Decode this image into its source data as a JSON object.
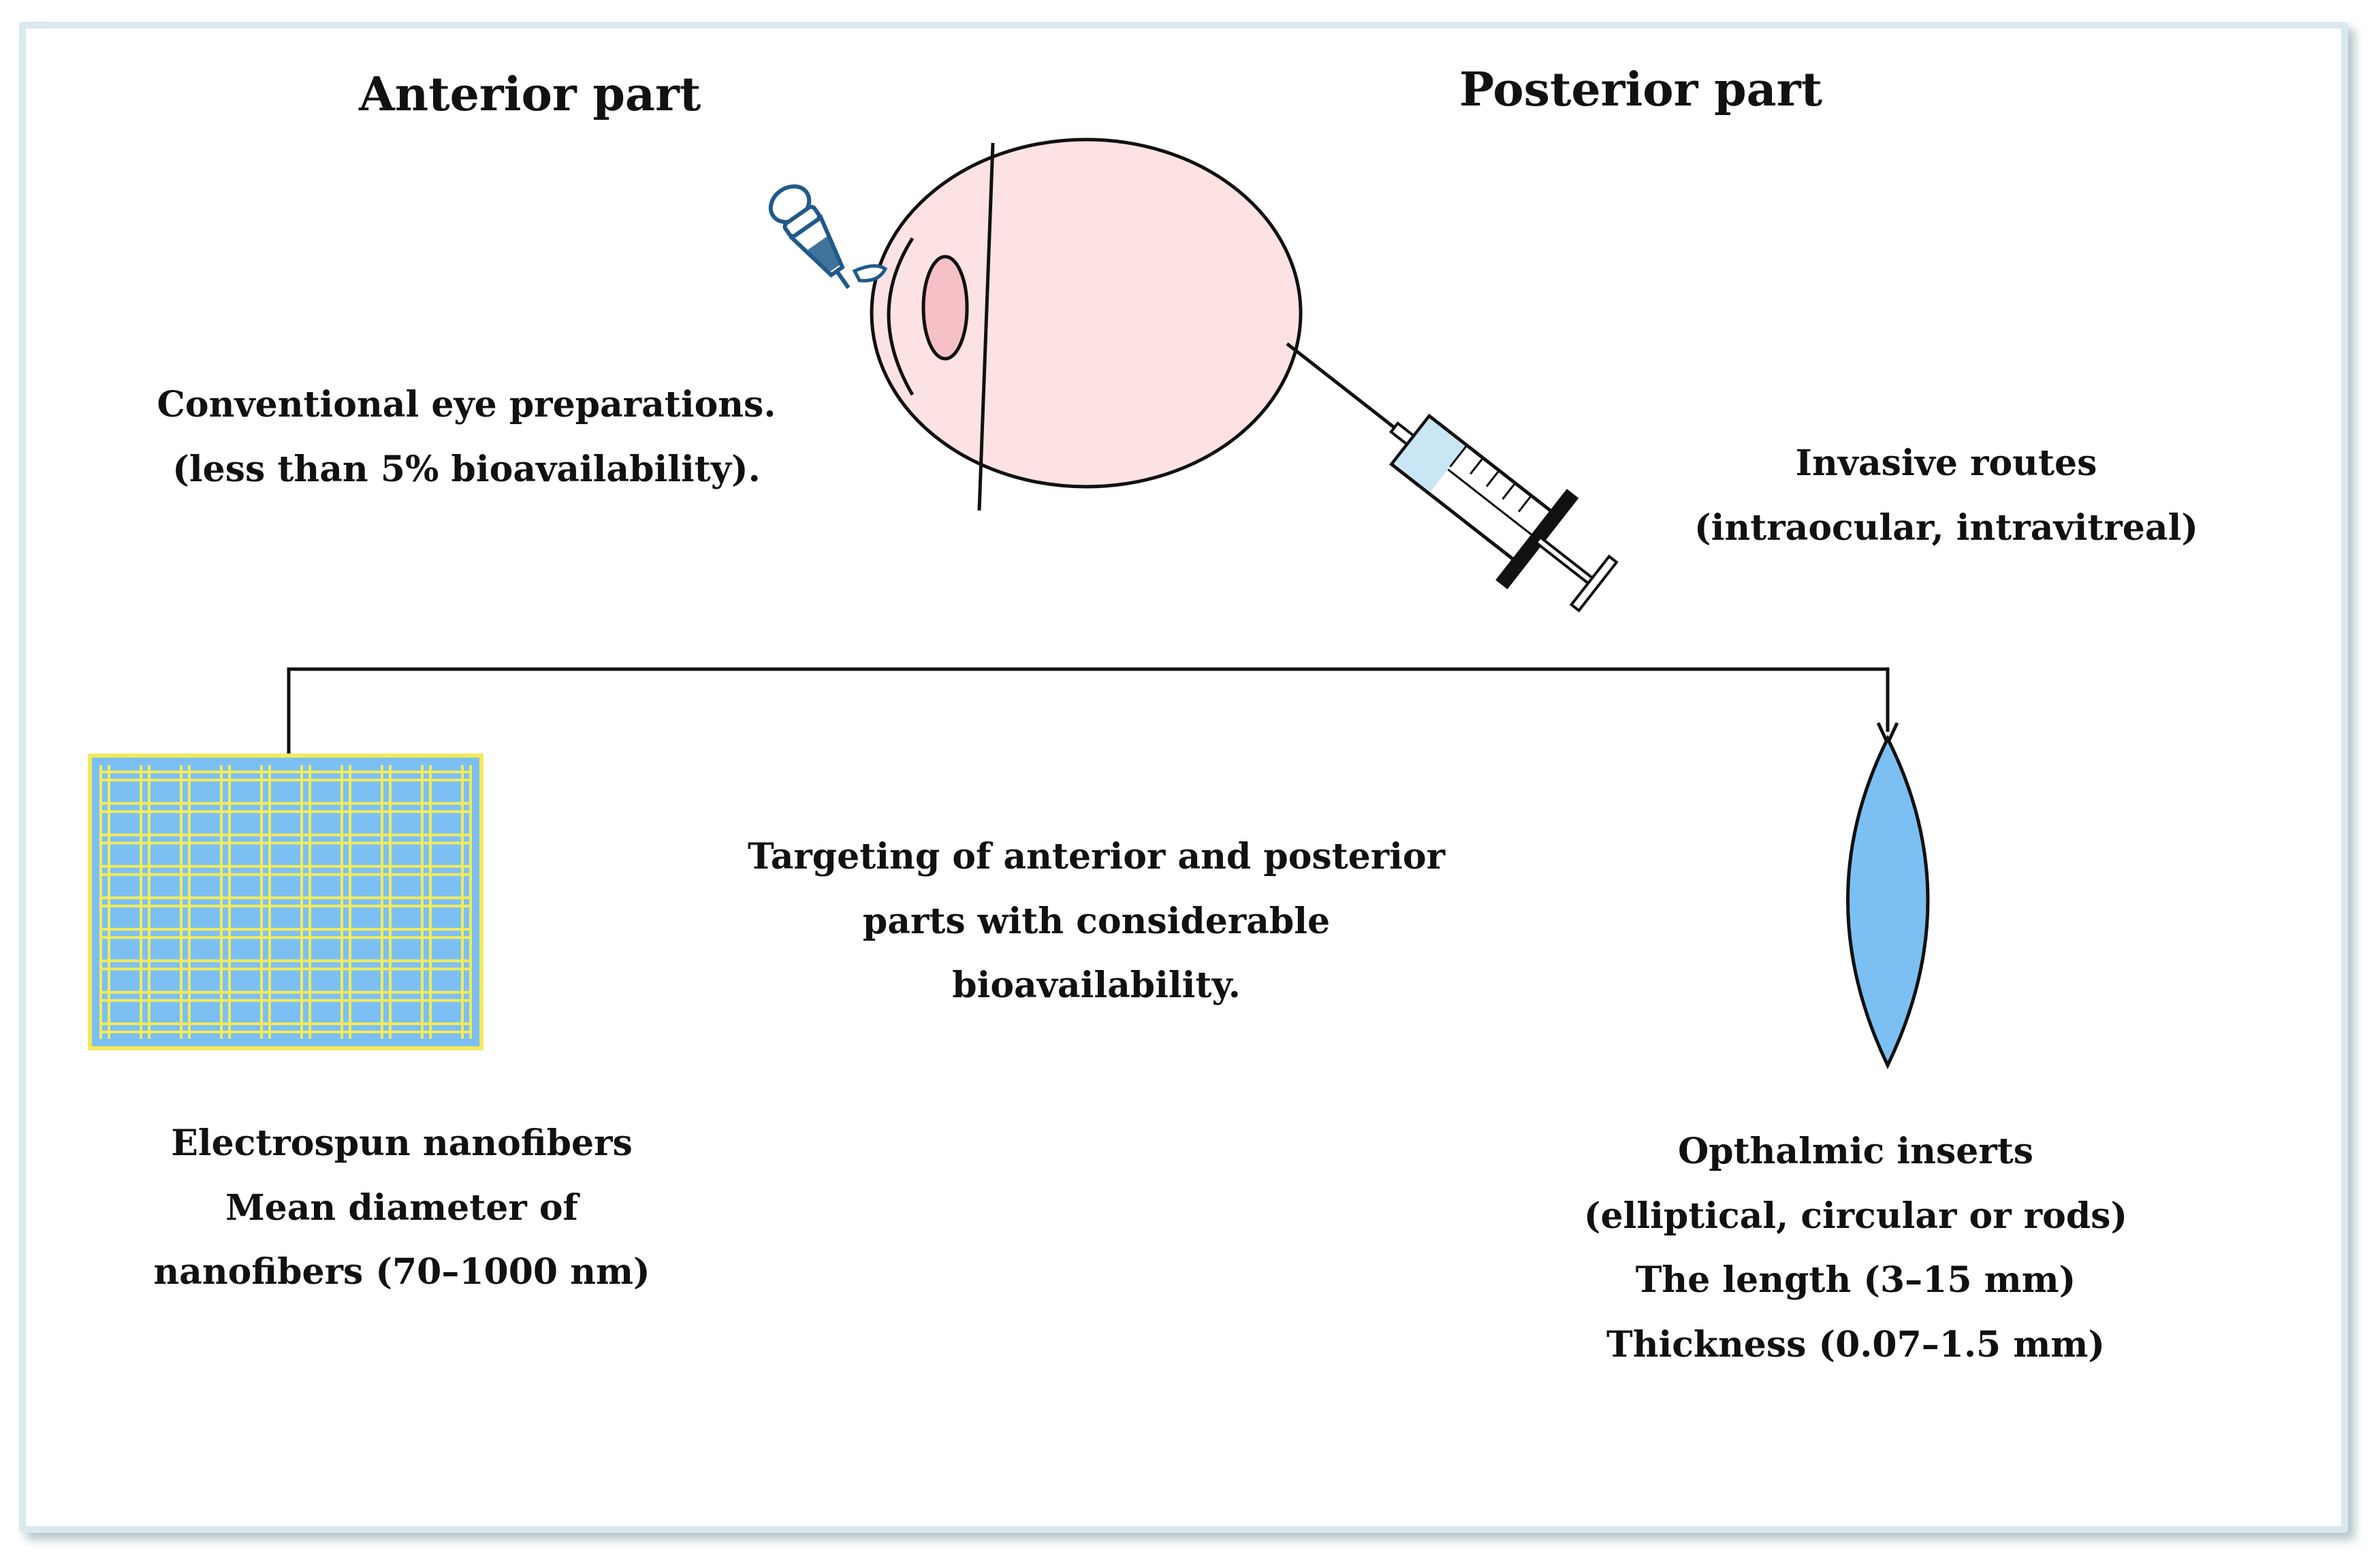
{
  "headings": {
    "anterior": "Anterior part",
    "posterior": "Posterior part"
  },
  "conventional": {
    "line1": "Conventional eye preparations.",
    "line2": "(less than 5% bioavailability)."
  },
  "invasive": {
    "line1": "Invasive routes",
    "line2": "(intraocular, intravitreal)"
  },
  "targeting": {
    "line1": "Targeting of anterior and posterior",
    "line2": "parts with considerable",
    "line3": "bioavailability."
  },
  "nanofibers": {
    "line1": "Electrospun nanofibers",
    "line2": "Mean diameter of",
    "line3": "nanofibers (70–1000 nm)"
  },
  "inserts": {
    "line1": "Opthalmic inserts",
    "line2": "(elliptical, circular or rods)",
    "line3": "The length (3–15 mm)",
    "line4": "Thickness (0.07–1.5 mm)"
  },
  "colors": {
    "eye_fill": "#fde2e4",
    "mesh_fill": "#7cc0f3",
    "mesh_line": "#f2ea5a",
    "insert_fill": "#7cc0f3",
    "syringe_liquid": "#c9e6f5",
    "dropper": "#1f5a8a",
    "frame_border": "#d9e9ee"
  }
}
